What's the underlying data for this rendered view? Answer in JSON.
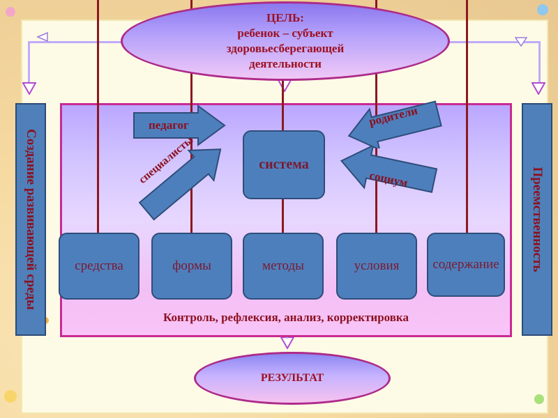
{
  "goal": {
    "line1": "ЦЕЛЬ:",
    "line2": "ребенок – субъект",
    "line3": "здоровьесберегающей",
    "line4": "деятельности"
  },
  "left_side": {
    "label": "Создание развивающей среды"
  },
  "right_side": {
    "label": "Преемственность"
  },
  "center": {
    "label": "система"
  },
  "actors": {
    "teacher": "педагог",
    "specialists": "специалисты",
    "parents": "родители",
    "society": "социум"
  },
  "components": [
    "средства",
    "формы",
    "методы",
    "условия",
    "содержание"
  ],
  "control_text": "Контроль, рефлексия, анализ, корректировка",
  "result": "РЕЗУЛЬТАТ",
  "colors": {
    "box_fill": "#4e7fbd",
    "border_accent": "#c82a92",
    "line": "#8c1820",
    "text": "#8b1020"
  }
}
